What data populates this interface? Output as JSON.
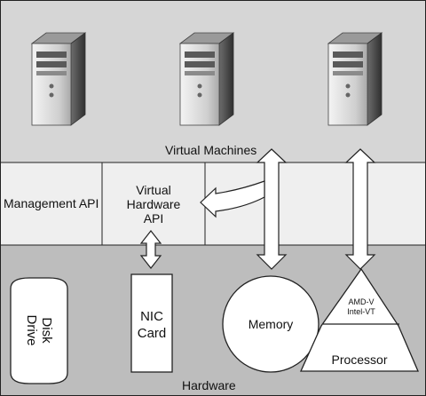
{
  "labels": {
    "virtual_machines": "Virtual Machines",
    "management_api": "Management API",
    "virtual_hardware_api": [
      "Virtual",
      "Hardware",
      "API"
    ],
    "disk_drive": [
      "Disk",
      "Drive"
    ],
    "nic_card": [
      "NIC",
      "Card"
    ],
    "memory": "Memory",
    "amd_v": "AMD-V",
    "intel_vt": "Intel-VT",
    "processor": "Processor",
    "hardware": "Hardware"
  },
  "icons": {
    "servers": [
      "server-icon",
      "server-icon",
      "server-icon"
    ]
  },
  "colors": {
    "top_band": "#d6d6d6",
    "middle_band": "#efefef",
    "bottom_band": "#bdbdbd",
    "lines": "#222222"
  }
}
